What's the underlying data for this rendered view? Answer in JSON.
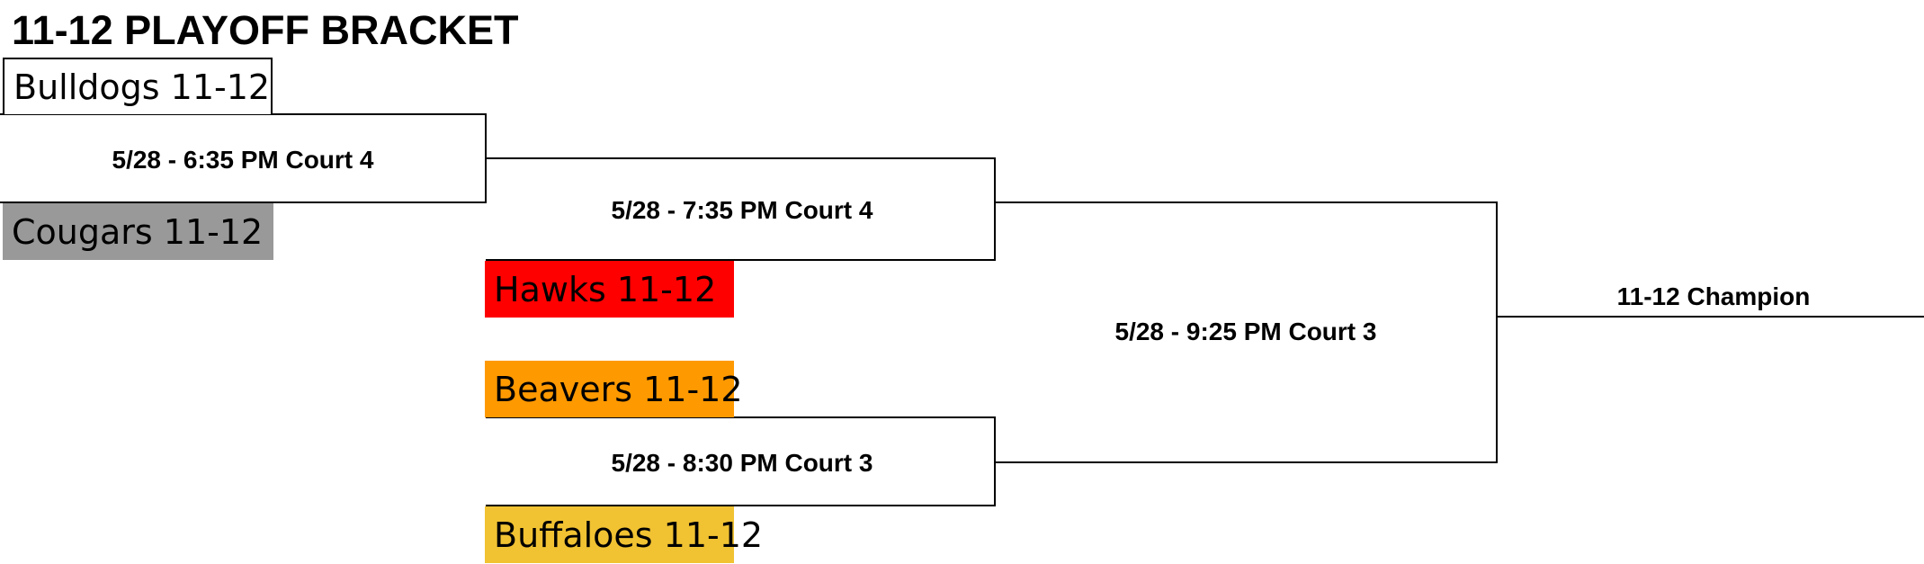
{
  "title": "11-12 PLAYOFF BRACKET",
  "teams": {
    "bulldogs": {
      "label": "Bulldogs 11-12",
      "color": "#ffffff"
    },
    "cougars": {
      "label": "Cougars 11-12",
      "color": "#999999"
    },
    "hawks": {
      "label": "Hawks 11-12",
      "color": "#ff0000"
    },
    "beavers": {
      "label": "Beavers 11-12",
      "color": "#ff9900"
    },
    "buffaloes": {
      "label": "Buffaloes 11-12",
      "color": "#f1c232"
    }
  },
  "games": {
    "g1": "5/28 - 6:35 PM Court 4",
    "g2": "5/28 - 7:35 PM Court 4",
    "g3": "5/28 - 8:30 PM Court 3",
    "g4": "5/28 - 9:25 PM Court 3"
  },
  "champion": "11-12 Champion"
}
